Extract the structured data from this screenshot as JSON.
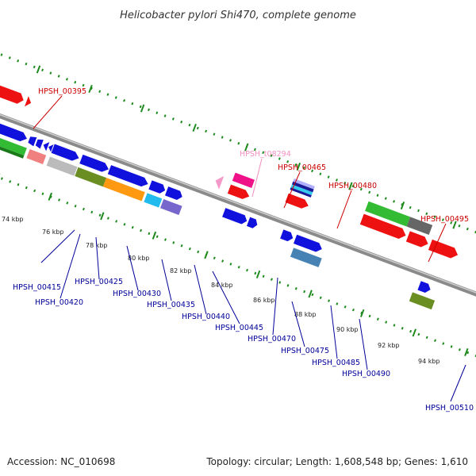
{
  "title": "Helicobacter pylori Shi470, complete genome",
  "footer": {
    "accession": "Accession: NC_010698",
    "summary": "Topology: circular; Length: 1,608,548 bp; Genes: 1,610"
  },
  "colors": {
    "backbone": "#8c8c8c",
    "tick": "#1e8a1e",
    "label_top": "#cc0000",
    "label_bottom": "#000099",
    "label_rna": "#f090c0"
  },
  "scale_labels": [
    "74 kbp",
    "76 kbp",
    "78 kbp",
    "80 kbp",
    "82 kbp",
    "84 kbp",
    "86 kbp",
    "88 kbp",
    "90 kbp",
    "92 kbp",
    "94 kbp"
  ],
  "gene_labels": {
    "top": [
      "HPSH_00395",
      "HPSH_t08294",
      "HPSH_00465",
      "HPSH_00480",
      "HPSH_00495"
    ],
    "bottom": [
      "HPSH_00415",
      "HPSH_00420",
      "HPSH_00425",
      "HPSH_00430",
      "HPSH_00435",
      "HPSH_00440",
      "HPSH_00445",
      "HPSH_00470",
      "HPSH_00475",
      "HPSH_00485",
      "HPSH_00490",
      "HPSH_00510"
    ]
  }
}
